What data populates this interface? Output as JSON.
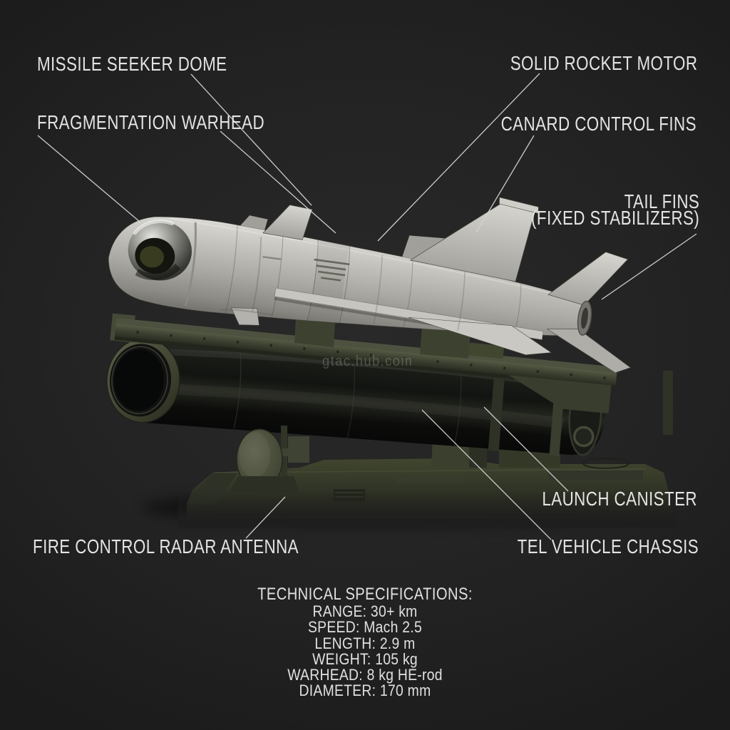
{
  "scene": {
    "description": "Annotated render of a white anti-ship missile with glass seeker dome mounted on an olive launch rail above a black launch canister, carried on a TEL vehicle chassis with a fire control radar dish",
    "background_color": "#232323",
    "label_color": "#e3e3e3",
    "leader_line_color": "#d4d4d4"
  },
  "callouts": {
    "missile_seeker_dome": "MISSILE SEEKER DOME",
    "fragmentation_warhead": "FRAGMENTATION WARHEAD",
    "solid_rocket_motor": "SOLID ROCKET MOTOR",
    "canard_control_fins": "CANARD CONTROL FINS",
    "tail_fins_line1": "TAIL FINS",
    "tail_fins_line2": "(FIXED STABILIZERS)",
    "launch_canister": "LAUNCH CANISTER",
    "tel_vehicle_chassis": "TEL VEHICLE CHASSIS",
    "fire_control_radar_antenna": "FIRE CONTROL RADAR ANTENNA"
  },
  "specs": {
    "title": "TECHNICAL SPECIFICATIONS:",
    "lines": [
      "RANGE: 30+ km",
      "SPEED: Mach 2.5",
      "LENGTH: 2.9 m",
      "WEIGHT: 105 kg",
      "WARHEAD: 8 kg HE-rod",
      "DIAMETER: 170 mm"
    ]
  },
  "watermark": {
    "text": "gtac.hub.com"
  },
  "colors": {
    "missile_body": "#b5b4ae",
    "missile_wing": "#c9c8c2",
    "launcher_olive": "#474c39",
    "canister_black": "#161815",
    "radar_dish_olive": "#4e523f",
    "seeker_glass": "#565650"
  }
}
